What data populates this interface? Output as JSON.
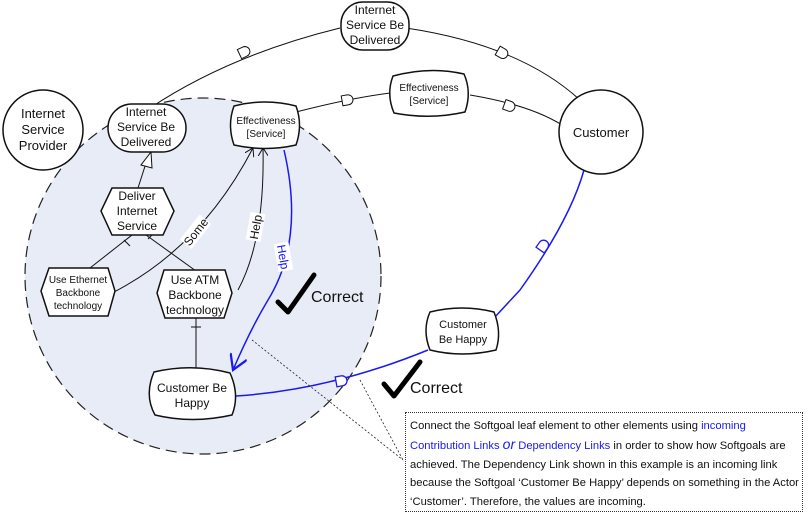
{
  "diagram": {
    "actors": [
      {
        "id": "isp",
        "label_lines": [
          "Internet",
          "Service",
          "Provider"
        ]
      },
      {
        "id": "customer",
        "label_lines": [
          "Customer"
        ]
      }
    ],
    "isp_boundary": {
      "goal_isbd": {
        "label_lines": [
          "Internet",
          "Service Be",
          "Delivered"
        ]
      },
      "softgoal_eff": {
        "label_lines": [
          "Effectiveness",
          "[Service]"
        ]
      },
      "task_deliver": {
        "label_lines": [
          "Deliver",
          "Internet",
          "Service"
        ]
      },
      "task_ethernet": {
        "label_lines": [
          "Use Ethernet",
          "Backbone",
          "technology"
        ]
      },
      "task_atm": {
        "label_lines": [
          "Use ATM",
          "Backbone",
          "technology"
        ]
      },
      "softgoal_cbh": {
        "label_lines": [
          "Customer Be",
          "Happy"
        ]
      }
    },
    "dependums": {
      "isbd": {
        "label_lines": [
          "Internet",
          "Service Be",
          "Delivered"
        ]
      },
      "eff": {
        "label_lines": [
          "Effectiveness",
          "[Service]"
        ]
      },
      "cbh": {
        "label_lines": [
          "Customer",
          "Be Happy"
        ]
      }
    },
    "link_labels": {
      "some": "Some",
      "help_black": "Help",
      "help_blue": "Help",
      "dependency_marker": "D"
    },
    "annotations": {
      "correct_1": "Correct",
      "correct_2": "Correct"
    },
    "colors": {
      "highlight": "#1a1aee",
      "boundary_fill": "#e8ecf6"
    }
  },
  "note": {
    "part1": "Connect the Softgoal leaf element to other elements using ",
    "link1": "incoming Contribution Links",
    "or": "or",
    "link2": "Dependency Links",
    "part2": " in order to show how Softgoals are achieved. The Dependency Link shown in this example is an incoming link because the Softgoal ‘Customer Be Happy’ depends on something in the Actor ‘Customer’. Therefore, the values are incoming."
  }
}
